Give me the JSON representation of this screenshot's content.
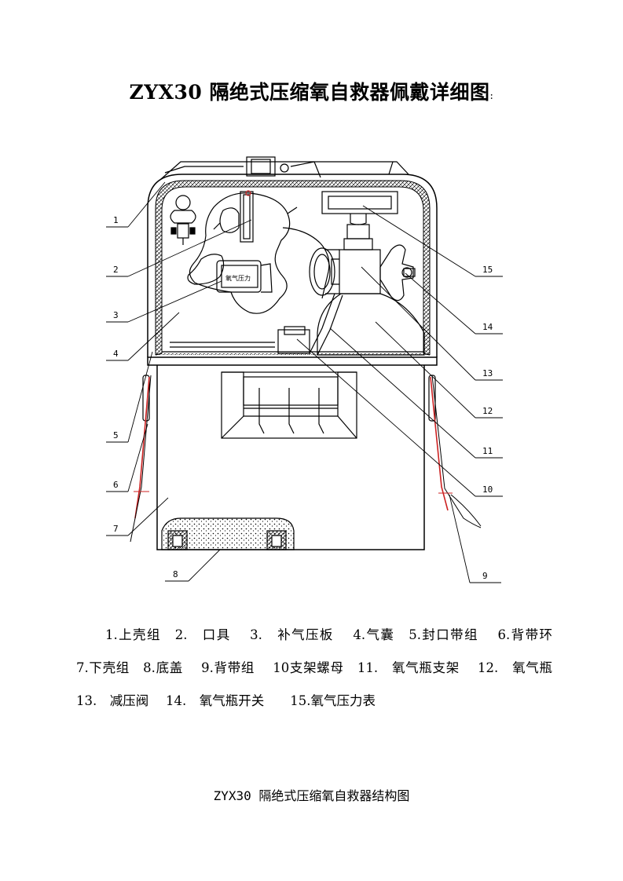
{
  "title": {
    "main": "ZYX30 隔绝式压缩氧自救器佩戴详细图",
    "tail": ":"
  },
  "diagram": {
    "callouts": [
      "1",
      "2",
      "3",
      "4",
      "5",
      "6",
      "7",
      "8",
      "9",
      "10",
      "11",
      "12",
      "13",
      "14",
      "15"
    ],
    "gauge_text": "氧气压力",
    "line_color": "#000000",
    "accent_color": "#cc2222"
  },
  "legend_text": "1.上壳组　2.　口具　 3.　补气压板　 4.气囊　5.封口带组　 6.背带环　　7.下壳组　8.底盖　 9.背带组　 10支架螺母　11.　氧气瓶支架　 12.　氧气瓶　13.　减压阀　 14.　氧气瓶开关　　15.氧气压力表",
  "caption": "ZYX30 隔绝式压缩氧自救器结构图"
}
